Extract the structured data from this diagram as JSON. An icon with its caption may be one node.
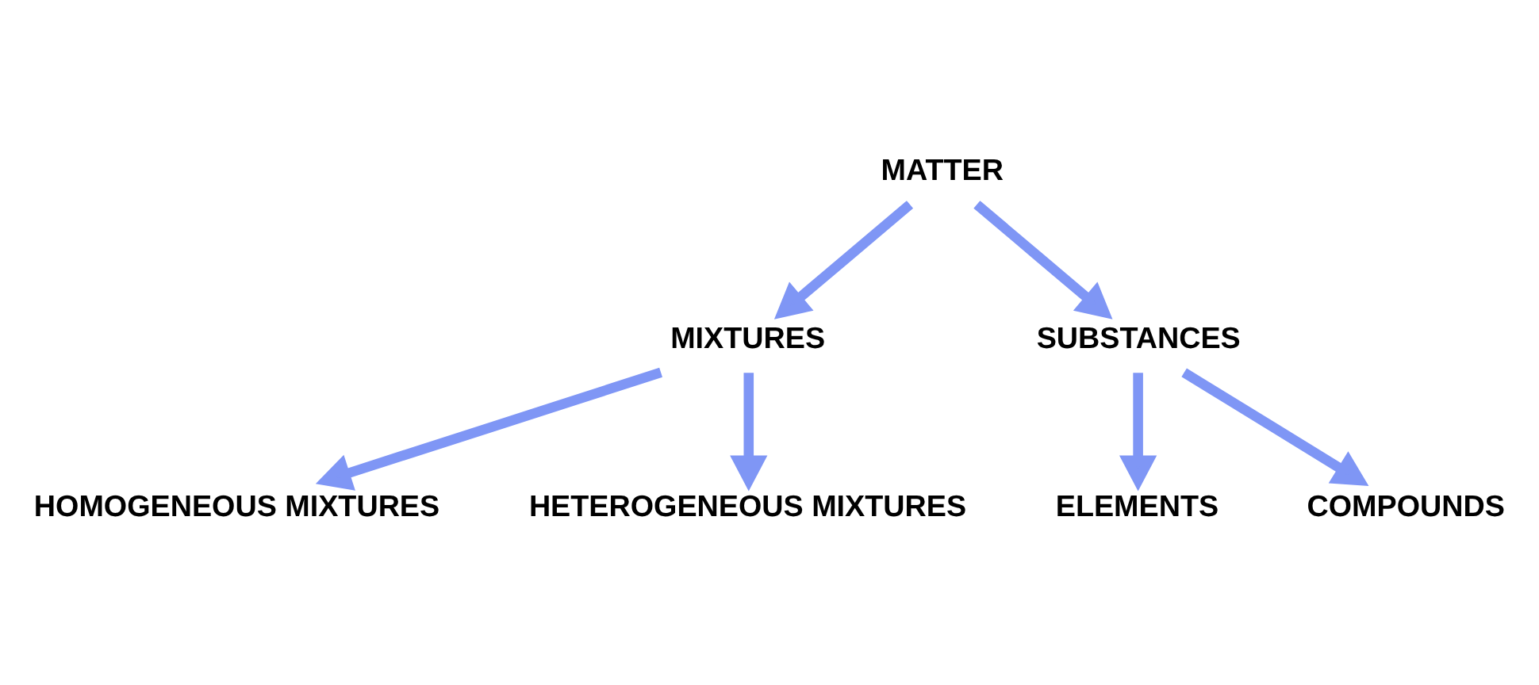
{
  "diagram": {
    "nodes": [
      {
        "text": [
          "MATTER"
        ]
      },
      {
        "text": [
          "MIXTURES"
        ]
      },
      {
        "text": [
          "SUBSTANCES"
        ]
      },
      {
        "text": [
          "HOMOGENEOUS MIXTURES"
        ]
      },
      {
        "text": [
          "HETEROGENEOUS MIXTURES"
        ]
      },
      {
        "text": [
          "ELEMENTS"
        ]
      },
      {
        "text": [
          "COMPOUNDS"
        ]
      }
    ],
    "edges": [
      {
        "from": 0,
        "to": 1,
        "arrow": "to"
      },
      {
        "from": 0,
        "to": 2,
        "arrow": "to"
      },
      {
        "from": 1,
        "to": 3,
        "arrow": "to"
      },
      {
        "from": 1,
        "to": 4,
        "arrow": "to"
      },
      {
        "from": 2,
        "to": 5,
        "arrow": "to"
      },
      {
        "from": 2,
        "to": 6,
        "arrow": "to"
      }
    ]
  }
}
